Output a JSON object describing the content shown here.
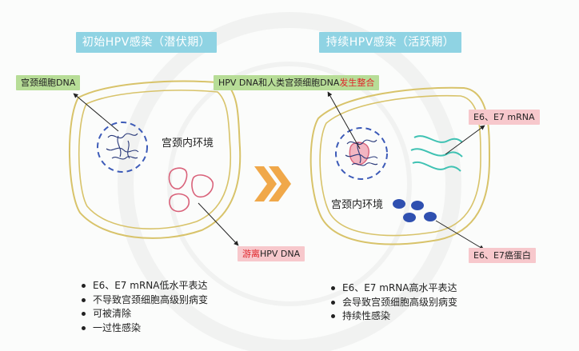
{
  "left_panel": {
    "title": "初始HPV感染（潜伏期）",
    "dna_label": "宫颈细胞DNA",
    "environment_label": "宫颈内环境",
    "free_dna_label": {
      "highlight": "游离",
      "rest": "HPV DNA"
    },
    "bullets": [
      "E6、E7 mRNA低水平表达",
      "不导致宫颈细胞高级别病变",
      "可被清除",
      "一过性感染"
    ]
  },
  "right_panel": {
    "title": "持续HPV感染（活跃期）",
    "integration_label": {
      "prefix": "HPV DNA和人类宫颈细胞DNA",
      "highlight": "发生整合"
    },
    "mrna_label": "E6、E7 mRNA",
    "environment_label": "宫颈内环境",
    "protein_label": "E6、E7癌蛋白",
    "bullets": [
      "E6、E7 mRNA高水平表达",
      "会导致宫颈细胞高级别病变",
      "持续性感染"
    ]
  },
  "colors": {
    "title_bg": "#8fd3e3",
    "green_tag": "#b7dd97",
    "pink_tag": "#f7c8cc",
    "highlight_red": "#e0242a",
    "cell_outline": "#d8c36a",
    "nucleus_dash": "#3d5bb8",
    "free_dna_outline": "#d9627a",
    "mrna_wave": "#3fc2b3",
    "oncoprotein": "#2f50b0",
    "arrow": "#f0a84a"
  }
}
